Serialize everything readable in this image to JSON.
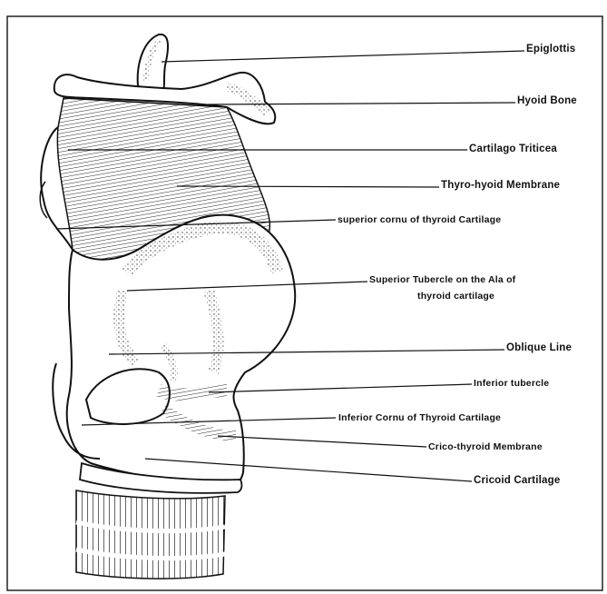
{
  "labels": {
    "epiglottis": "Epiglottis",
    "hyoid_bone": "Hyoid Bone",
    "cartilago_triticea": "Cartilago Triticea",
    "thyrohyoid_membrane": "Thyro-hyoid Membrane",
    "superior_cornu": "superior cornu of thyroid Cartilage",
    "superior_tubercle_line1": "Superior Tubercle on the Ala of",
    "superior_tubercle_line2": "thyroid cartilage",
    "oblique_line": "Oblique Line",
    "inferior_tubercle": "Inferior tubercle",
    "inferior_cornu": "Inferior Cornu of Thyroid Cartilage",
    "cricothyroid_membrane": "Crico-thyroid Membrane",
    "cricoid_cartilage": "Cricoid Cartilage"
  },
  "colors": {
    "ink": "#111111",
    "paper": "#ffffff",
    "stipple": "#3a3a3a"
  }
}
